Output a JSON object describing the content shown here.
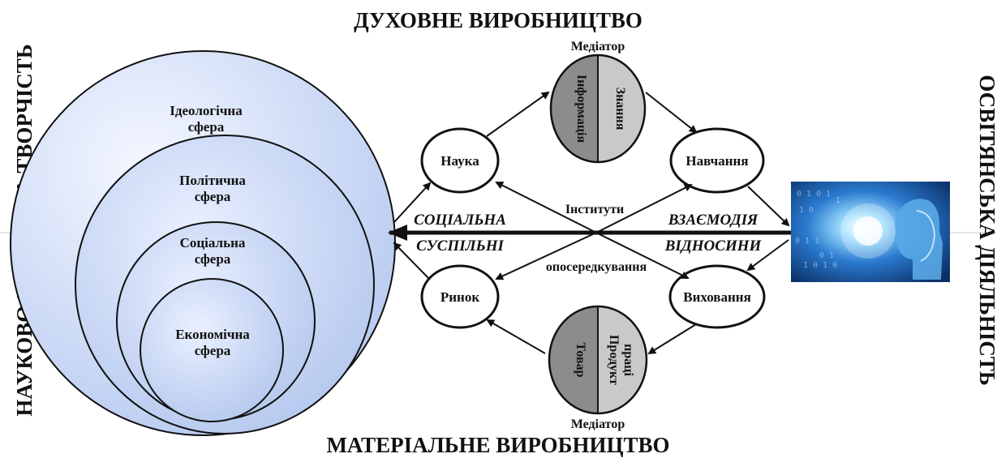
{
  "titles": {
    "top": "ДУХОВНЕ ВИРОБНИЦТВО",
    "bottom": "МАТЕРІАЛЬНЕ ВИРОБНИЦТВО",
    "left": "НАУКОВО-ТЕХНІЧНА ТВОРЧІСТЬ",
    "right": "ОСВІТЯНСЬКА ДІЯЛЬНІСТЬ"
  },
  "spheres": [
    {
      "line1": "Ідеологічна",
      "line2": "сфера"
    },
    {
      "line1": "Політична",
      "line2": "сфера"
    },
    {
      "line1": "Соціальна",
      "line2": "сфера"
    },
    {
      "line1": "Економічна",
      "line2": "сфера"
    }
  ],
  "nodes": {
    "science": "Наука",
    "learning": "Навчання",
    "market": "Ринок",
    "upbringing": "Виховання"
  },
  "mediators": {
    "top_label": "Медіатор",
    "top_left": "Інформація",
    "top_right": "Знання",
    "bottom_label": "Медіатор",
    "bottom_left": "Товар",
    "bottom_right_1": "Продукт",
    "bottom_right_2": "праці"
  },
  "center": {
    "institutes": "Інститути",
    "mediation": "опосередкування",
    "social": "СОЦІАЛЬНА",
    "interaction": "ВЗАЄМОДІЯ",
    "societal": "СУСПІЛЬНІ",
    "relations": "ВІДНОСИНИ"
  },
  "colors": {
    "sphere_fill_light": "#eef3ff",
    "sphere_fill_dark": "#a9c0ee",
    "mediator_dark": "#8c8c8c",
    "mediator_light": "#c9c9c9",
    "image_bg": "#0f3d7a"
  },
  "icons": [
    "ai-head-image"
  ]
}
